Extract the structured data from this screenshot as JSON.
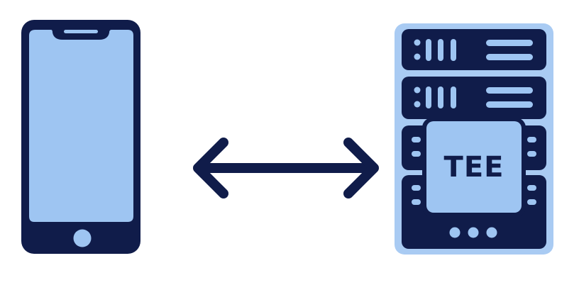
{
  "diagram": {
    "nodes": [
      {
        "id": "phone",
        "label": "",
        "icon": "smartphone-icon"
      },
      {
        "id": "server",
        "label": "TEE",
        "icon": "server-rack-icon"
      }
    ],
    "edges": [
      {
        "from": "phone",
        "to": "server",
        "type": "bidirectional-arrow"
      }
    ]
  },
  "server": {
    "chip_label": "TEE"
  },
  "colors": {
    "dark": "#101c4a",
    "light": "#9ec5f2",
    "border": "#a9cbf3",
    "background": "#ffffff"
  }
}
